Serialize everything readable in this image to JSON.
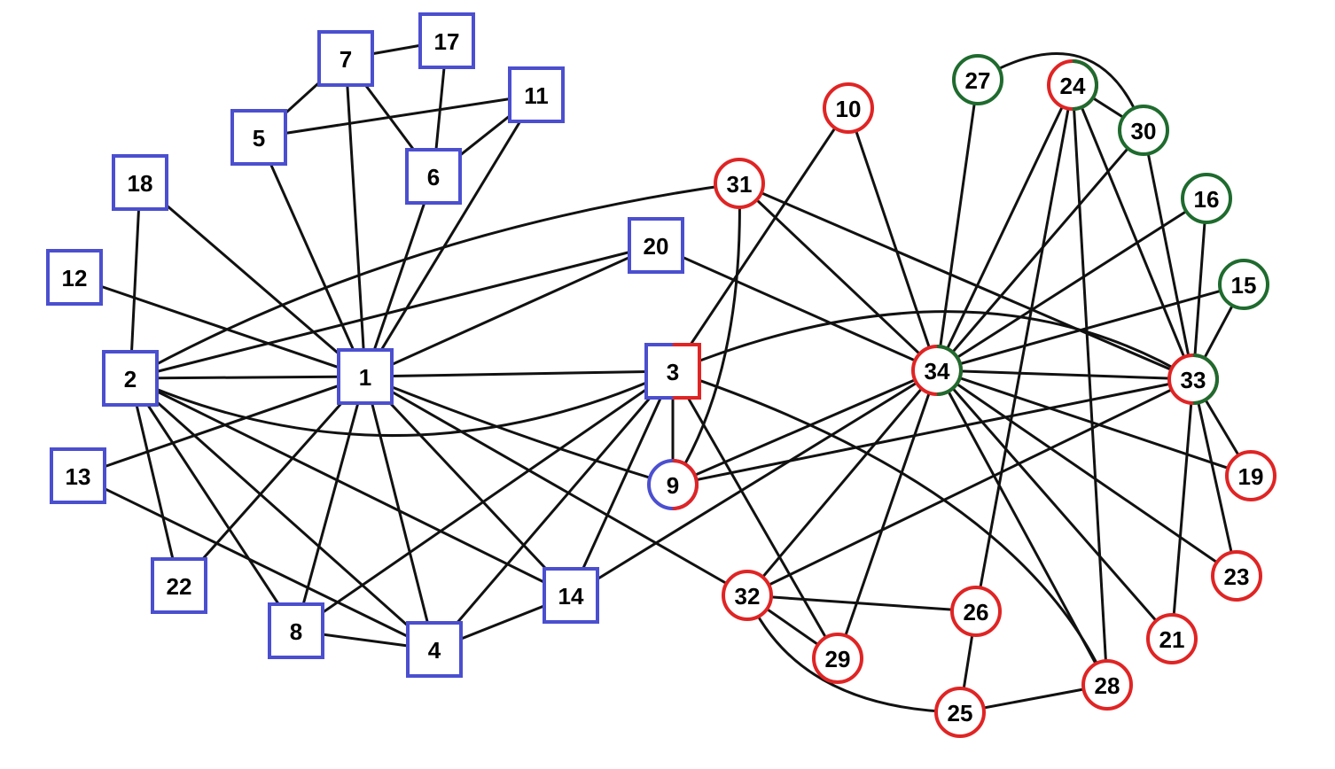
{
  "colors": {
    "blue": "#4b4fcf",
    "red": "#e02424",
    "green": "#1e6b2e",
    "edge": "#111111"
  },
  "nodes": [
    {
      "id": "1",
      "shape": "square",
      "colors": [
        "blue"
      ]
    },
    {
      "id": "2",
      "shape": "square",
      "colors": [
        "blue"
      ]
    },
    {
      "id": "3",
      "shape": "square",
      "colors": [
        "blue",
        "red"
      ]
    },
    {
      "id": "4",
      "shape": "square",
      "colors": [
        "blue"
      ]
    },
    {
      "id": "5",
      "shape": "square",
      "colors": [
        "blue"
      ]
    },
    {
      "id": "6",
      "shape": "square",
      "colors": [
        "blue"
      ]
    },
    {
      "id": "7",
      "shape": "square",
      "colors": [
        "blue"
      ]
    },
    {
      "id": "8",
      "shape": "square",
      "colors": [
        "blue"
      ]
    },
    {
      "id": "9",
      "shape": "circle",
      "colors": [
        "blue",
        "red"
      ]
    },
    {
      "id": "10",
      "shape": "circle",
      "colors": [
        "red"
      ]
    },
    {
      "id": "11",
      "shape": "square",
      "colors": [
        "blue"
      ]
    },
    {
      "id": "12",
      "shape": "square",
      "colors": [
        "blue"
      ]
    },
    {
      "id": "13",
      "shape": "square",
      "colors": [
        "blue"
      ]
    },
    {
      "id": "14",
      "shape": "square",
      "colors": [
        "blue"
      ]
    },
    {
      "id": "15",
      "shape": "circle",
      "colors": [
        "green"
      ]
    },
    {
      "id": "16",
      "shape": "circle",
      "colors": [
        "green"
      ]
    },
    {
      "id": "17",
      "shape": "square",
      "colors": [
        "blue"
      ]
    },
    {
      "id": "18",
      "shape": "square",
      "colors": [
        "blue"
      ]
    },
    {
      "id": "19",
      "shape": "circle",
      "colors": [
        "red"
      ]
    },
    {
      "id": "20",
      "shape": "square",
      "colors": [
        "blue"
      ]
    },
    {
      "id": "21",
      "shape": "circle",
      "colors": [
        "red"
      ]
    },
    {
      "id": "22",
      "shape": "square",
      "colors": [
        "blue"
      ]
    },
    {
      "id": "23",
      "shape": "circle",
      "colors": [
        "red"
      ]
    },
    {
      "id": "24",
      "shape": "circle",
      "colors": [
        "red",
        "green"
      ]
    },
    {
      "id": "25",
      "shape": "circle",
      "colors": [
        "red"
      ]
    },
    {
      "id": "26",
      "shape": "circle",
      "colors": [
        "red"
      ]
    },
    {
      "id": "27",
      "shape": "circle",
      "colors": [
        "green"
      ]
    },
    {
      "id": "28",
      "shape": "circle",
      "colors": [
        "red"
      ]
    },
    {
      "id": "29",
      "shape": "circle",
      "colors": [
        "red"
      ]
    },
    {
      "id": "30",
      "shape": "circle",
      "colors": [
        "green"
      ]
    },
    {
      "id": "31",
      "shape": "circle",
      "colors": [
        "red"
      ]
    },
    {
      "id": "32",
      "shape": "circle",
      "colors": [
        "red"
      ]
    },
    {
      "id": "33",
      "shape": "circle",
      "colors": [
        "red",
        "green"
      ]
    },
    {
      "id": "34",
      "shape": "circle",
      "colors": [
        "red",
        "green"
      ]
    }
  ],
  "edges": [
    [
      "1",
      "2"
    ],
    [
      "1",
      "3"
    ],
    [
      "1",
      "4"
    ],
    [
      "1",
      "5"
    ],
    [
      "1",
      "6"
    ],
    [
      "1",
      "7"
    ],
    [
      "1",
      "8"
    ],
    [
      "1",
      "9"
    ],
    [
      "1",
      "11"
    ],
    [
      "1",
      "12"
    ],
    [
      "1",
      "13"
    ],
    [
      "1",
      "14"
    ],
    [
      "1",
      "18"
    ],
    [
      "1",
      "20"
    ],
    [
      "1",
      "22"
    ],
    [
      "1",
      "32"
    ],
    [
      "2",
      "3"
    ],
    [
      "2",
      "4"
    ],
    [
      "2",
      "8"
    ],
    [
      "2",
      "14"
    ],
    [
      "2",
      "18"
    ],
    [
      "2",
      "20"
    ],
    [
      "2",
      "22"
    ],
    [
      "2",
      "31"
    ],
    [
      "3",
      "4"
    ],
    [
      "3",
      "8"
    ],
    [
      "3",
      "9"
    ],
    [
      "3",
      "10"
    ],
    [
      "3",
      "14"
    ],
    [
      "3",
      "28"
    ],
    [
      "3",
      "29"
    ],
    [
      "3",
      "33"
    ],
    [
      "4",
      "8"
    ],
    [
      "4",
      "13"
    ],
    [
      "4",
      "14"
    ],
    [
      "5",
      "7"
    ],
    [
      "5",
      "11"
    ],
    [
      "6",
      "7"
    ],
    [
      "6",
      "11"
    ],
    [
      "6",
      "17"
    ],
    [
      "7",
      "17"
    ],
    [
      "9",
      "31"
    ],
    [
      "9",
      "33"
    ],
    [
      "9",
      "34"
    ],
    [
      "10",
      "34"
    ],
    [
      "14",
      "34"
    ],
    [
      "15",
      "33"
    ],
    [
      "15",
      "34"
    ],
    [
      "16",
      "33"
    ],
    [
      "16",
      "34"
    ],
    [
      "19",
      "33"
    ],
    [
      "19",
      "34"
    ],
    [
      "20",
      "34"
    ],
    [
      "21",
      "33"
    ],
    [
      "21",
      "34"
    ],
    [
      "23",
      "33"
    ],
    [
      "23",
      "34"
    ],
    [
      "24",
      "26"
    ],
    [
      "24",
      "28"
    ],
    [
      "24",
      "30"
    ],
    [
      "24",
      "33"
    ],
    [
      "24",
      "34"
    ],
    [
      "25",
      "26"
    ],
    [
      "25",
      "28"
    ],
    [
      "25",
      "32"
    ],
    [
      "26",
      "32"
    ],
    [
      "27",
      "30"
    ],
    [
      "27",
      "34"
    ],
    [
      "28",
      "34"
    ],
    [
      "29",
      "32"
    ],
    [
      "29",
      "34"
    ],
    [
      "30",
      "33"
    ],
    [
      "30",
      "34"
    ],
    [
      "31",
      "33"
    ],
    [
      "31",
      "34"
    ],
    [
      "32",
      "33"
    ],
    [
      "32",
      "34"
    ],
    [
      "33",
      "34"
    ]
  ]
}
